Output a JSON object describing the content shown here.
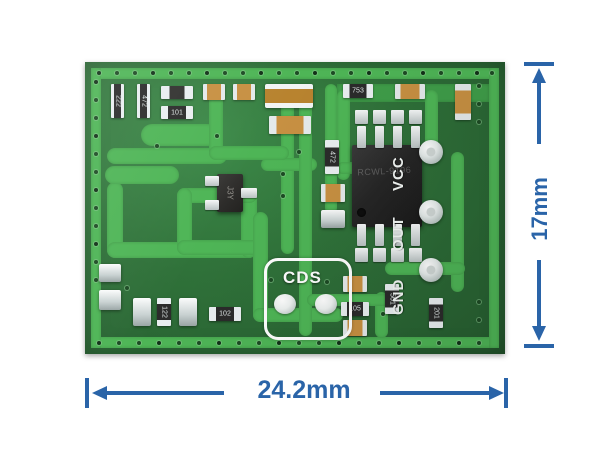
{
  "scene": {
    "background_color": "#ffffff",
    "subject": "radar sensor pcb module photo with dimension callouts"
  },
  "board": {
    "substrate_color": "#2f7139",
    "trace_color": "#4eb556",
    "silkscreen_color": "#ffffff",
    "pin_labels": [
      {
        "name": "vcc",
        "text": "VCC"
      },
      {
        "name": "out",
        "text": "OUT"
      },
      {
        "name": "gnd",
        "text": "GND"
      }
    ],
    "highlight": {
      "label": "CDS",
      "outline_color": "#ffffff"
    },
    "component_markings": [
      {
        "name": "r-222",
        "text": "222"
      },
      {
        "name": "r-472-top",
        "text": "472"
      },
      {
        "name": "r-101",
        "text": "101"
      },
      {
        "name": "r-753",
        "text": "753"
      },
      {
        "name": "r-472-mid",
        "text": "472"
      },
      {
        "name": "r-122",
        "text": "122"
      },
      {
        "name": "r-102-bottom",
        "text": "102"
      },
      {
        "name": "r-105-left",
        "text": "105"
      },
      {
        "name": "r-501",
        "text": "501"
      },
      {
        "name": "r-201",
        "text": "201"
      },
      {
        "name": "q-sot23",
        "text": "J3Y"
      }
    ],
    "ic": {
      "name": "main-ic",
      "package": "SOP-14",
      "marking": "RCWL-9196"
    }
  },
  "dimensions": {
    "color": "#2a64a8",
    "width": {
      "label": "24.2mm",
      "orientation": "horizontal"
    },
    "height": {
      "label": "17mm",
      "orientation": "vertical"
    }
  }
}
